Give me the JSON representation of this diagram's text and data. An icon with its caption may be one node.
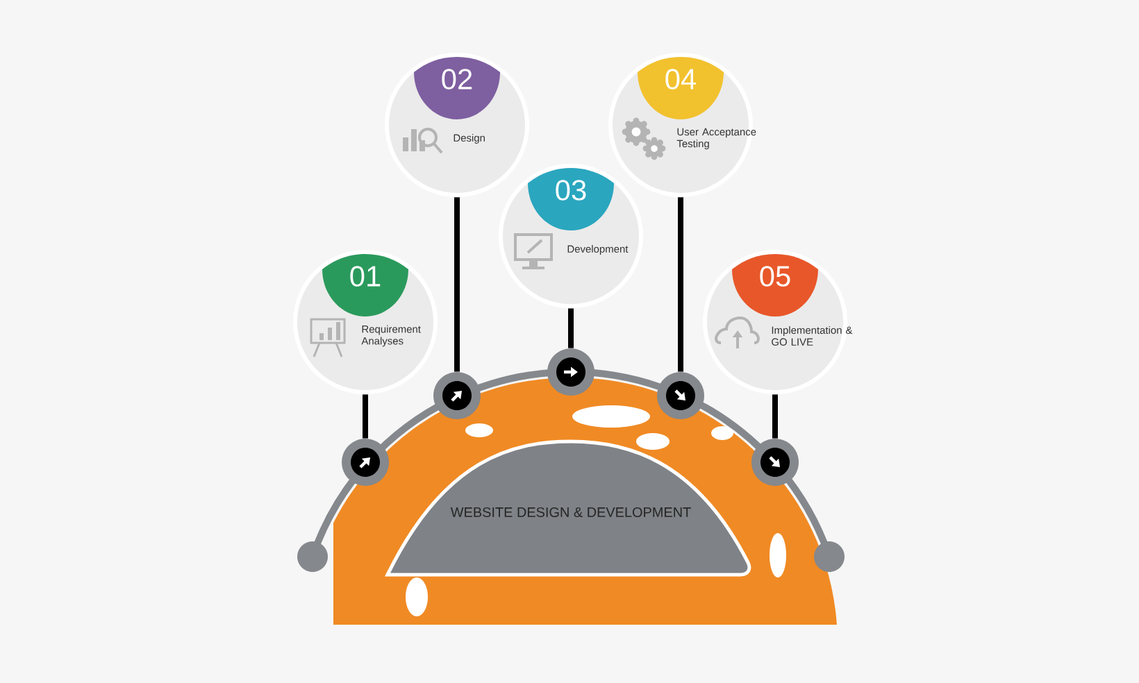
{
  "diagram": {
    "nodes": [
      {
        "text": [
          "01",
          "Requirement Analyses"
        ]
      },
      {
        "text": [
          "02",
          "Design"
        ]
      },
      {
        "text": [
          "03",
          "Development"
        ]
      },
      {
        "text": [
          "04",
          "User Acceptance Testing"
        ]
      },
      {
        "text": [
          "05",
          "Implementation & GO LIVE"
        ]
      },
      {
        "text": [],
        "shape": "circle"
      },
      {
        "text": [],
        "shape": "circle"
      },
      {
        "text": [],
        "shape": "circle"
      },
      {
        "text": [],
        "shape": "circle"
      },
      {
        "text": [],
        "shape": "circle"
      },
      {
        "text": [
          "WEBSITE DESIGN & DEVELOPMENT"
        ]
      }
    ],
    "edges": [
      {
        "from": 0,
        "to": 5,
        "arrow": "none"
      },
      {
        "from": 1,
        "to": 6,
        "arrow": "none"
      },
      {
        "from": 2,
        "to": 7,
        "arrow": "none"
      },
      {
        "from": 3,
        "to": 8,
        "arrow": "none"
      },
      {
        "from": 4,
        "to": 9,
        "arrow": "none"
      }
    ]
  }
}
